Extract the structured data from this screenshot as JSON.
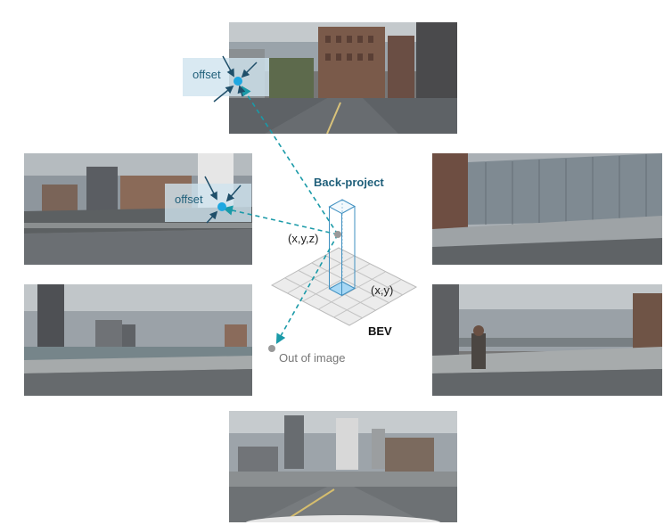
{
  "labels": {
    "offset_top": "offset",
    "offset_left": "offset",
    "back_project": "Back-project",
    "xyz": "(x,y,z)",
    "xy": "(x,y)",
    "bev": "BEV",
    "out_of_image": "Out of image"
  },
  "colors": {
    "projection_line": "#1a9aa8",
    "offset_arrow": "#1f4f6a",
    "sample_point": "#1ea7e1",
    "offset_box": "#cfe3ef",
    "bev_grid": "#b9b9b9",
    "bev_fill": "#ececec",
    "pillar_cell": "#a8d8f5",
    "out_point": "#999999"
  },
  "icons": {
    "sample_point": "filled-circle",
    "projection": "dashed-arrow"
  }
}
